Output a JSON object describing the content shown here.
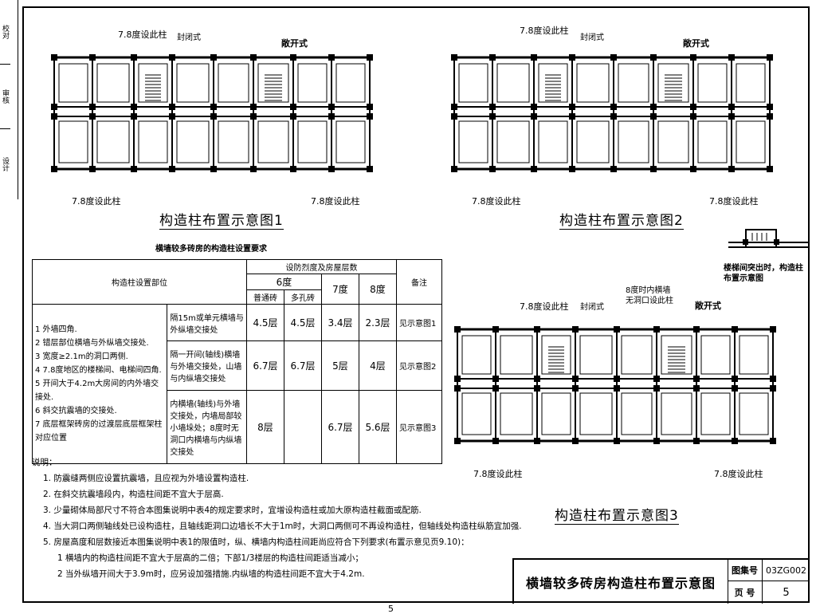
{
  "binding_strip": [
    "校对",
    "审核",
    "设计"
  ],
  "plan1": {
    "caption": "构造柱布置示意图1",
    "label_top": "7.8度设此柱",
    "label_closed": "封闭式",
    "label_open": "敞开式",
    "label_bottom_left": "7.8度设此柱",
    "label_bottom_right": "7.8度设此柱"
  },
  "plan2": {
    "caption": "构造柱布置示意图2",
    "label_top": "7.8度设此柱",
    "label_closed": "封闭式",
    "label_open": "敞开式",
    "label_bottom_left": "7.8度设此柱",
    "label_bottom_right": "7.8度设此柱"
  },
  "plan3": {
    "caption": "构造柱布置示意图3",
    "label_top": "7.8度设此柱",
    "label_closed": "封闭式",
    "label_mid": "8度时内横墙无洞口设此柱",
    "label_open": "敞开式",
    "label_bottom_left": "7.8度设此柱",
    "label_bottom_right": "7.8度设此柱"
  },
  "inset": {
    "label": "楼梯间突出时，构造柱布置示意图"
  },
  "table": {
    "title": "横墙较多砖房的构造柱设置要求",
    "col_position": "构造柱设置部位",
    "col_intensity": "设防烈度及房屋层数",
    "col_6": "6度",
    "col_6a": "普通砖",
    "col_6b": "多孔砖",
    "col_7": "7度",
    "col_8": "8度",
    "col_note": "备注",
    "common_items": [
      "1  外墙四角.",
      "2  错层部位横墙与外纵墙交接处.",
      "3  宽度≥2.1m的洞口两侧.",
      "4  7.8度地区的楼梯间、电梯间四角.",
      "5  开间大于4.2m大房间的内外墙交接处.",
      "6  斜交抗震墙的交接处.",
      "7  底层框架砖房的过渡层底层框架柱对应位置"
    ],
    "rows": [
      {
        "pos": "隔15m或单元横墙与外纵墙交接处",
        "c6a": "4.5层",
        "c6b": "4.5层",
        "c7": "3.4层",
        "c8": "2.3层",
        "note": "见示意图1"
      },
      {
        "pos": "隔一开间(轴线)横墙与外墙交接处，山墙与内纵墙交接处",
        "c6a": "6.7层",
        "c6b": "6.7层",
        "c7": "5层",
        "c8": "4层",
        "note": "见示意图2"
      },
      {
        "pos": "内横墙(轴线)与外墙交接处，内墙局部较小墙垛处；8度时无洞口内横墙与内纵墙交接处",
        "c6a": "8层",
        "c6b": "",
        "c7": "6.7层",
        "c8": "5.6层",
        "note": "见示意图3"
      }
    ]
  },
  "notes": {
    "title": "说明：",
    "items": [
      "1. 防震缝两侧应设置抗震墙，且应视为外墙设置构造柱.",
      "2. 在斜交抗震墙段内，构造柱间距不宜大于层高.",
      "3. 少量砌体局部尺寸不符合本图集说明中表4的规定要求时，宜增设构造柱或加大原构造柱截面或配筋.",
      "4. 当大洞口两侧轴线处已设构造柱，且轴线距洞口边墙长不大于1m时，大洞口两侧可不再设构造柱，但轴线处构造柱纵筋宜加强.",
      "5. 房屋高度和层数接近本图集说明中表1的限值时，纵、横墙内构造柱间距尚应符合下列要求(布置示意见页9.10)："
    ],
    "subitems": [
      "1  横墙内的构造柱间距不宜大于层高的二倍；下部1/3楼层的构造柱间距适当减小；",
      "2  当外纵墙开间大于3.9m时，应另设加强措施.内纵墙的构造柱间距不宜大于4.2m."
    ]
  },
  "title_block": {
    "title": "横墙较多砖房构造柱布置示意图",
    "atlas_label": "图集号",
    "atlas_value": "03ZG002",
    "page_label": "页  号",
    "page_value": "5"
  },
  "page_number": "5"
}
